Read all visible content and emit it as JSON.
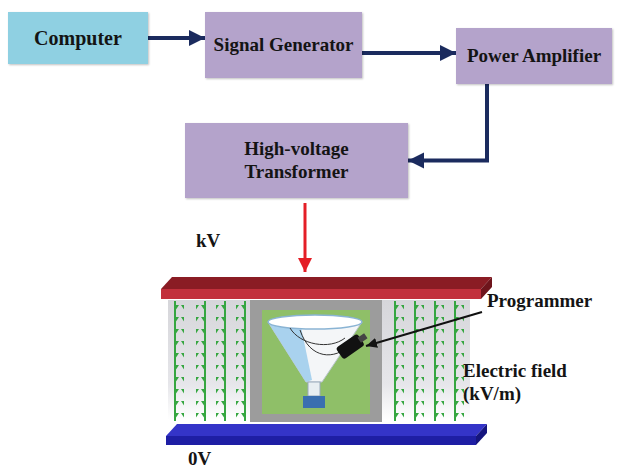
{
  "diagram": {
    "nodes": [
      {
        "text": [
          "Computer"
        ]
      },
      {
        "text": [
          "Signal Generator"
        ]
      },
      {
        "text": [
          "Power Amplifier"
        ]
      },
      {
        "text": [
          "High-voltage Transformer"
        ]
      }
    ],
    "edges": [
      {
        "from": 0,
        "to": 1,
        "arrow": "to"
      },
      {
        "from": 1,
        "to": 2,
        "arrow": "to"
      },
      {
        "from": 2,
        "to": 3,
        "arrow": "to"
      }
    ],
    "labels": [
      "kV",
      "Programmer",
      "Electric field (kV/m)",
      "0V"
    ]
  }
}
